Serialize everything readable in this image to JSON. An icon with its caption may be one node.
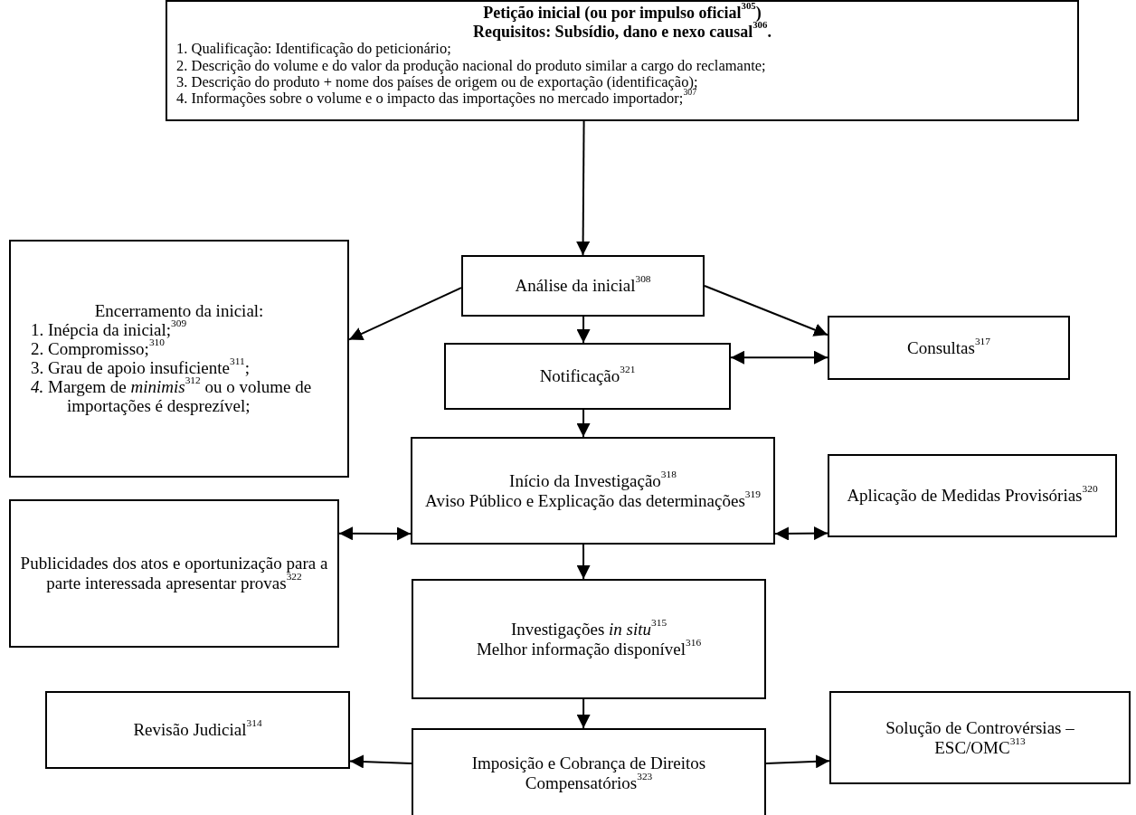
{
  "diagram": {
    "nodes": [
      {
        "text": [
          "Petição inicial (ou por impulso oficial$^{305}$)",
          "Requisitos: Subsídio, dano e nexo causal$^{306}$.",
          "1. Qualificação: Identificação do peticionário;",
          "2. Descrição do volume e do valor da produção nacional do produto similar a cargo do reclamante;",
          "3. Descrição do produto + nome dos países de origem ou de exportação (identificação);",
          "4. Informações sobre o volume e o impacto das importações no mercado importador;$^{307}$"
        ]
      },
      {
        "text": [
          "Encerramento da inicial:",
          "1. Inépcia da inicial;$^{309}$",
          "2. Compromisso;$^{310}$",
          "3. Grau de apoio insuficiente$^{311}$;",
          "*4.* Margem de *minimis*$^{312}$ ou o volume de importações é desprezível;"
        ]
      },
      {
        "text": [
          "Análise da inicial$^{308}$"
        ]
      },
      {
        "text": [
          "Consultas$^{317}$"
        ]
      },
      {
        "text": [
          "Notificação$^{321}$"
        ]
      },
      {
        "text": [
          "Início da Investigação$^{318}$",
          "Aviso Público e Explicação das determinações$^{319}$"
        ]
      },
      {
        "text": [
          "Publicidades dos atos e oportunização para a parte interessada apresentar provas$^{322}$"
        ]
      },
      {
        "text": [
          "Aplicação de Medidas Provisórias$^{320}$"
        ]
      },
      {
        "text": [
          "Investigações *in situ*$^{315}$",
          "Melhor informação disponível$^{316}$"
        ]
      },
      {
        "text": [
          "Revisão Judicial$^{314}$"
        ]
      },
      {
        "text": [
          "Imposição e Cobrança de Direitos Compensatórios$^{323}$"
        ]
      },
      {
        "text": [
          "Solução de Controvérsias – ESC/OMC$^{313}$"
        ]
      }
    ],
    "edges": [
      {
        "from": 0,
        "to": 2,
        "arrow": "to"
      },
      {
        "from": 2,
        "to": 1,
        "arrow": "to"
      },
      {
        "from": 2,
        "to": 3,
        "arrow": "to"
      },
      {
        "from": 2,
        "to": 4,
        "arrow": "to"
      },
      {
        "from": 4,
        "to": 3,
        "arrow": "both"
      },
      {
        "from": 4,
        "to": 5,
        "arrow": "to"
      },
      {
        "from": 5,
        "to": 6,
        "arrow": "both"
      },
      {
        "from": 5,
        "to": 7,
        "arrow": "both"
      },
      {
        "from": 5,
        "to": 8,
        "arrow": "to"
      },
      {
        "from": 8,
        "to": 10,
        "arrow": "to"
      },
      {
        "from": 10,
        "to": 9,
        "arrow": "to"
      },
      {
        "from": 10,
        "to": 11,
        "arrow": "to"
      }
    ]
  }
}
